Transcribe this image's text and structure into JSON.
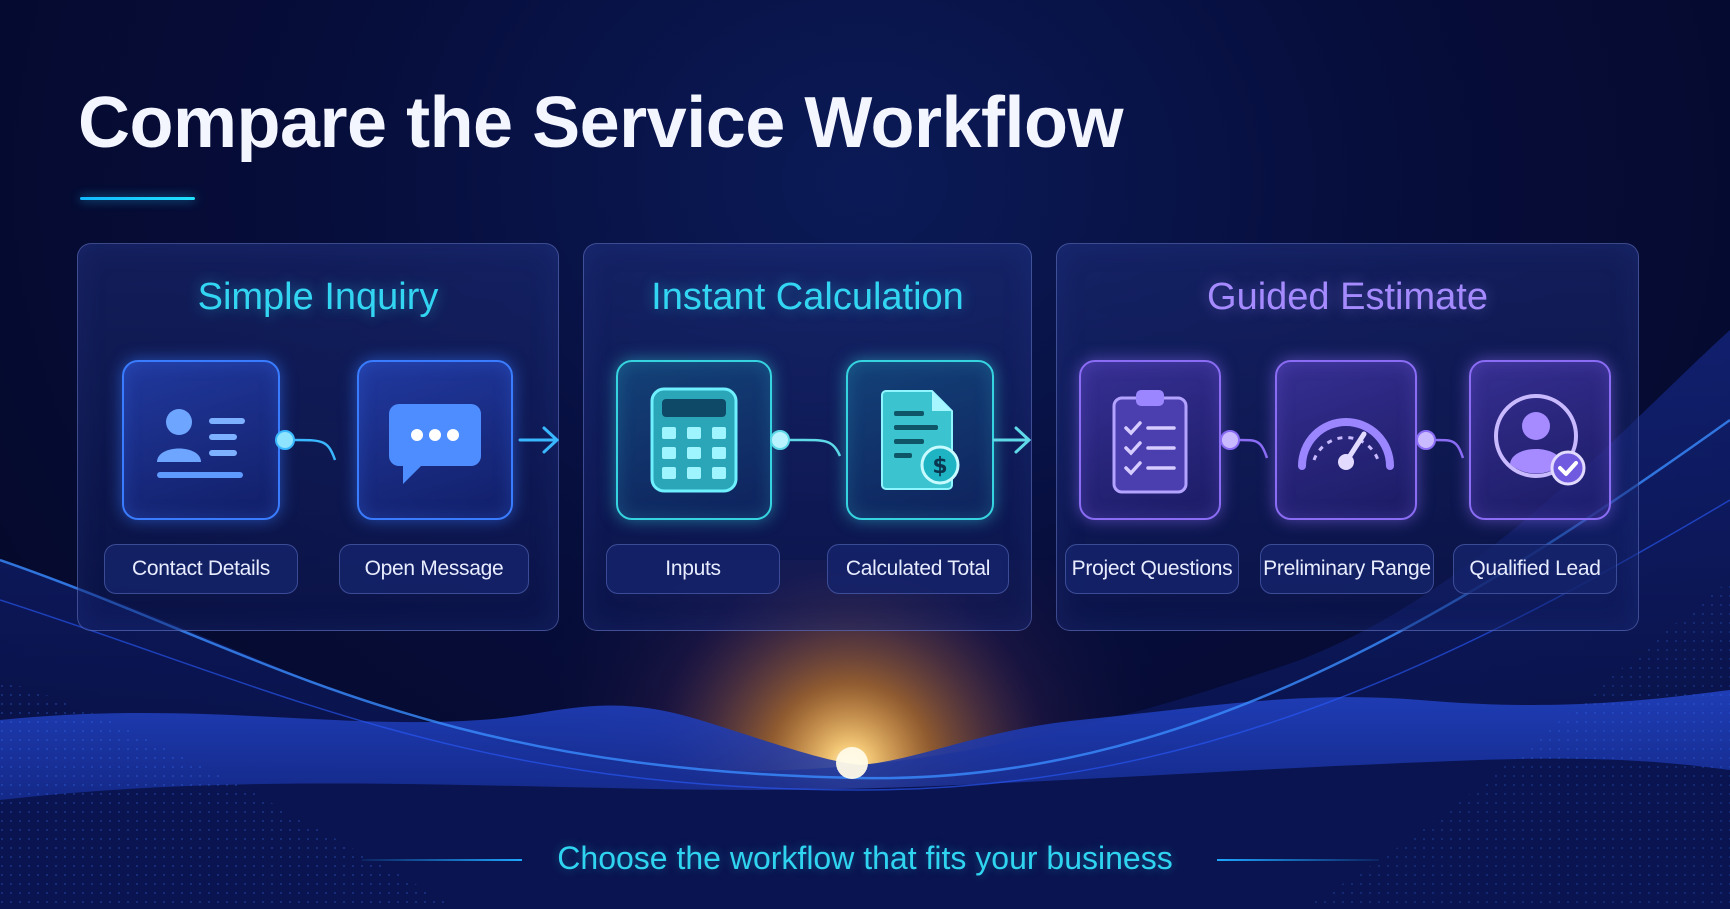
{
  "header": {
    "title": "Compare the Service Workflow"
  },
  "panels": [
    {
      "title": "Simple Inquiry",
      "steps": [
        {
          "icon": "contact-card-icon",
          "label": "Contact Details"
        },
        {
          "icon": "chat-bubble-icon",
          "label": "Open Message"
        }
      ]
    },
    {
      "title": "Instant Calculation",
      "steps": [
        {
          "icon": "calculator-icon",
          "label": "Inputs"
        },
        {
          "icon": "invoice-dollar-icon",
          "label": "Calculated Total"
        }
      ]
    },
    {
      "title": "Guided Estimate",
      "steps": [
        {
          "icon": "clipboard-checklist-icon",
          "label": "Project Questions"
        },
        {
          "icon": "speedometer-gauge-icon",
          "label": "Preliminary Range"
        },
        {
          "icon": "verified-user-icon",
          "label": "Qualified Lead"
        }
      ]
    }
  ],
  "footer": {
    "tagline": "Choose the workflow that fits your business"
  },
  "colors": {
    "background": "#060d3a",
    "accent_cyan": "#33d6f2",
    "accent_blue": "#3a7cff",
    "accent_purple": "#a58bff",
    "sunrise": "#ffb347"
  }
}
